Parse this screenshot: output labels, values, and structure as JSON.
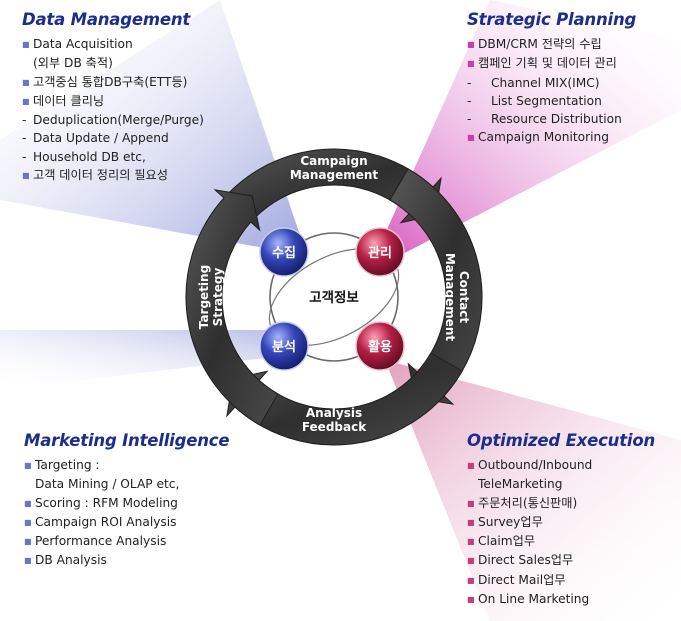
{
  "center_label": "고객정보",
  "nodes": {
    "collect": "수집",
    "manage": "관리",
    "analyze": "분석",
    "utilize": "활용"
  },
  "ring": {
    "top": [
      "Campaign",
      "Management"
    ],
    "right": [
      "Contact",
      "Management"
    ],
    "bottom": [
      "Analysis",
      "Feedback"
    ],
    "left": [
      "Targeting",
      "Strategy"
    ]
  },
  "panels": {
    "data_management": {
      "title": "Data Management",
      "items": [
        {
          "kind": "bullet",
          "text": "Data Acquisition"
        },
        {
          "kind": "indent",
          "text": "(외부 DB 축적)"
        },
        {
          "kind": "bullet",
          "text": "고객중심 통합DB구축(ETT등)"
        },
        {
          "kind": "bullet",
          "text": "데이터 클리닝"
        },
        {
          "kind": "sub",
          "text": "Deduplication(Merge/Purge)"
        },
        {
          "kind": "sub",
          "text": "Data Update / Append"
        },
        {
          "kind": "sub",
          "text": "Household DB etc,"
        },
        {
          "kind": "bullet",
          "text": "고객 데이터 정리의 필요성"
        }
      ]
    },
    "strategic_planning": {
      "title": "Strategic Planning",
      "items": [
        {
          "kind": "bullet",
          "text": "DBM/CRM 전략의 수립"
        },
        {
          "kind": "bullet",
          "text": "캠페인 기획 및 데이터 관리"
        },
        {
          "kind": "sub",
          "text": "Channel MIX(IMC)"
        },
        {
          "kind": "sub",
          "text": "List Segmentation"
        },
        {
          "kind": "sub",
          "text": "Resource Distribution"
        },
        {
          "kind": "bullet",
          "text": "Campaign Monitoring"
        }
      ]
    },
    "marketing_intelligence": {
      "title": "Marketing Intelligence",
      "items": [
        {
          "kind": "bullet",
          "text": "Targeting :"
        },
        {
          "kind": "indent",
          "text": "Data Mining / OLAP etc,"
        },
        {
          "kind": "bullet",
          "text": "Scoring : RFM Modeling"
        },
        {
          "kind": "bullet",
          "text": "Campaign ROI Analysis"
        },
        {
          "kind": "bullet",
          "text": "Performance Analysis"
        },
        {
          "kind": "bullet",
          "text": "DB Analysis"
        }
      ]
    },
    "optimized_execution": {
      "title": "Optimized Execution",
      "items": [
        {
          "kind": "bullet",
          "text": "Outbound/Inbound"
        },
        {
          "kind": "indent",
          "text": "TeleMarketing"
        },
        {
          "kind": "bullet",
          "text": "주문처리(통신판매)"
        },
        {
          "kind": "bullet",
          "text": "Survey업무"
        },
        {
          "kind": "bullet",
          "text": "Claim업무"
        },
        {
          "kind": "bullet",
          "text": "Direct Sales업무"
        },
        {
          "kind": "bullet",
          "text": "Direct Mail업무"
        },
        {
          "kind": "bullet",
          "text": "On Line Marketing"
        }
      ]
    }
  },
  "colors": {
    "title": "#1a2e8a",
    "ring": "#3f3f3f",
    "node_blue": "#2a3aa0",
    "node_red": "#9e1738",
    "beam_blue": "#a7aee0",
    "beam_pink": "#e7a8c4",
    "beam_magenta": "#d85bc2"
  }
}
